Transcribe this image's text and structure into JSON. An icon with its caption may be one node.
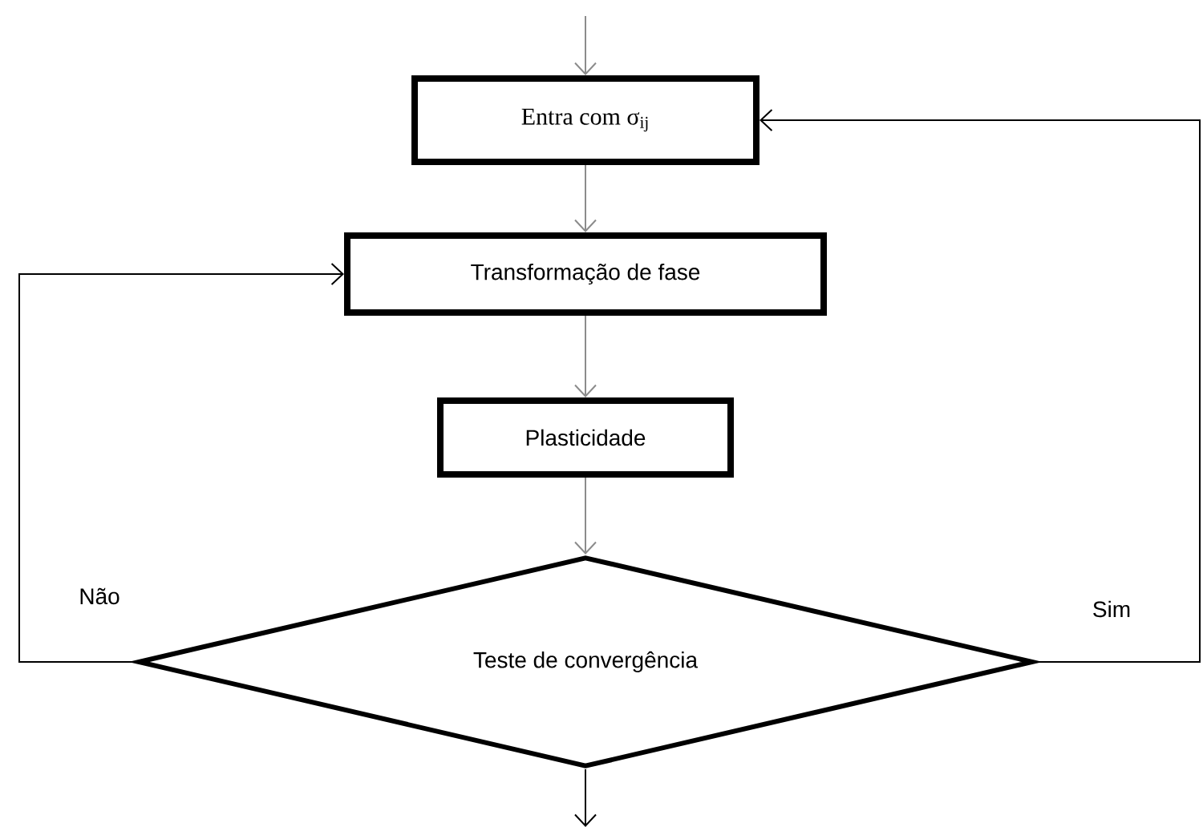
{
  "diagram": {
    "nodes": [
      {
        "text": [
          "Entra com σ$_{ij}$"
        ]
      },
      {
        "text": [
          "Transformação de fase"
        ]
      },
      {
        "text": [
          "Plasticidade"
        ]
      },
      {
        "text": [
          "Teste de convergência"
        ]
      }
    ],
    "edges": [
      {
        "from": null,
        "to": 0,
        "arrow": "to"
      },
      {
        "from": 0,
        "to": 1,
        "arrow": "to"
      },
      {
        "from": 1,
        "to": 2,
        "arrow": "to"
      },
      {
        "from": 2,
        "to": 3,
        "arrow": "to"
      },
      {
        "from": 3,
        "to": 1,
        "arrow": "to",
        "label": "Não",
        "color": "#000000"
      },
      {
        "from": 3,
        "to": 0,
        "arrow": "to",
        "label": "Sim",
        "color": "#000000"
      },
      {
        "from": 3,
        "to": null,
        "arrow": "to",
        "color": "#000000"
      }
    ]
  }
}
